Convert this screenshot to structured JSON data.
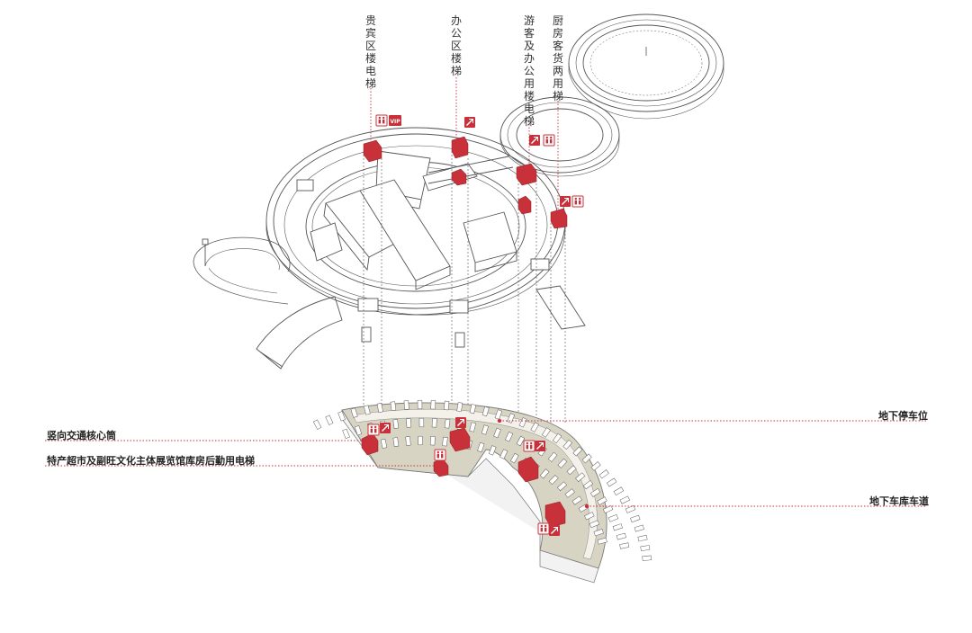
{
  "labels": {
    "vip_elevator": "贵宾区楼电梯",
    "office_elevator": "办公区楼梯",
    "guest_office_elevator": "游客及办公用楼电梯",
    "kitchen_elevator": "厨房客货两用梯",
    "parking": "地下停车位",
    "core": "竖向交通核心筒",
    "freight_elevator": "特产超市及副旺文化主体展览馆库房后勤用电梯",
    "garage_lane": "地下车库车道"
  },
  "badges": {
    "vip": "VIP"
  },
  "colors": {
    "accent": "#c8313a",
    "line": "#555555",
    "ground": "#d8d4c3",
    "ground_edge": "#7a7a7a"
  },
  "icons": [
    "stair-icon",
    "elevator-icon",
    "vip-badge-icon"
  ]
}
